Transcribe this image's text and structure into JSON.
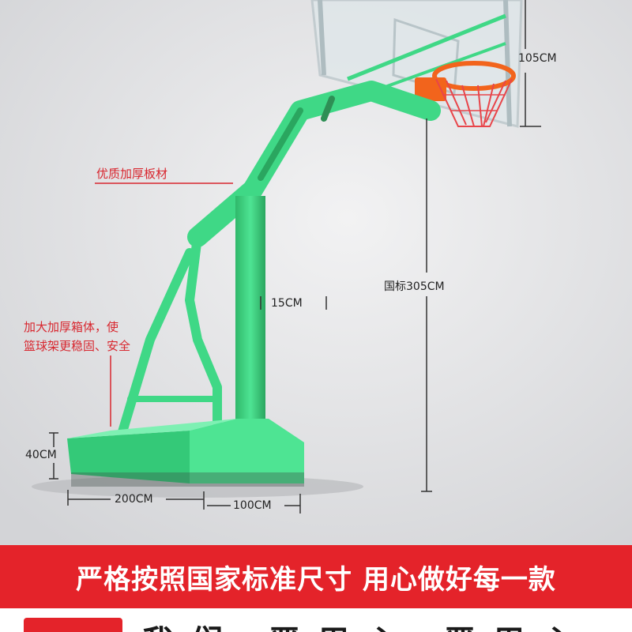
{
  "annotations": {
    "quality_plate": "优质加厚板材",
    "box_line1": "加大加厚箱体，使",
    "box_line2": "篮球架更稳固、安全",
    "post_width": "15CM",
    "height_standard": "国标305CM",
    "base_height": "40CM",
    "base_length": "200CM",
    "base_offset": "100CM",
    "board_height": "105CM"
  },
  "banner": {
    "text": "严格按照国家标准尺寸 用心做好每一款"
  },
  "bottom": {
    "text": "我们 严用心 严用心"
  },
  "colors": {
    "frame": "#3fd886",
    "banner": "#e4232a",
    "rim": "#f2641c",
    "annotation": "#d8262e"
  }
}
